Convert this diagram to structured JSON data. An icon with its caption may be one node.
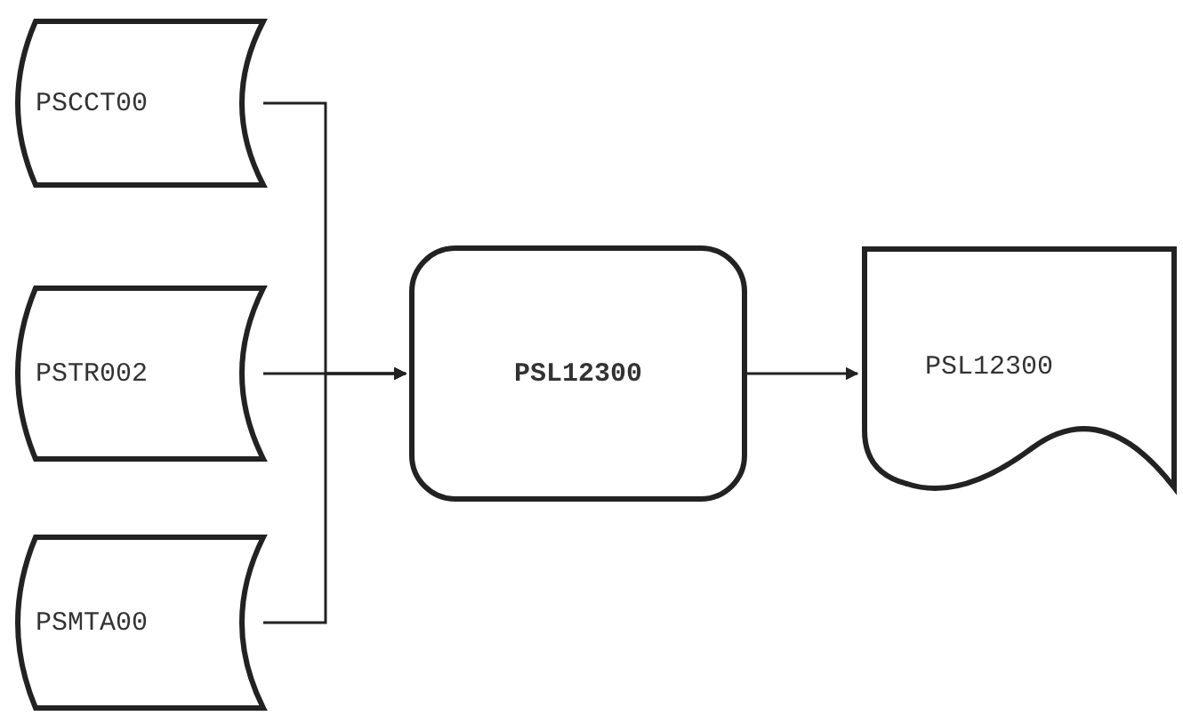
{
  "diagram": {
    "nodes": [
      {
        "text": [
          "PSCCT00"
        ]
      },
      {
        "text": [
          "PSTR002"
        ]
      },
      {
        "text": [
          "PSMTA00"
        ]
      },
      {
        "text": [
          "PSL12300"
        ]
      },
      {
        "text": [
          "PSL12300"
        ]
      }
    ],
    "edges": [
      {
        "from": 0,
        "to": 3,
        "arrow": "to"
      },
      {
        "from": 1,
        "to": 3,
        "arrow": "to"
      },
      {
        "from": 2,
        "to": 3,
        "arrow": "to"
      },
      {
        "from": 3,
        "to": 4,
        "arrow": "to"
      }
    ]
  }
}
